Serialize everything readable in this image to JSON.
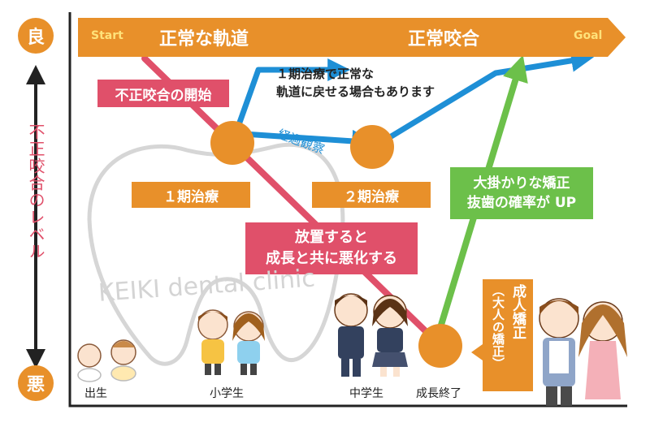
{
  "axis": {
    "top_label": "良",
    "bottom_label": "悪",
    "vertical_label": "不正咬合のレベル"
  },
  "banner": {
    "start": "Start",
    "goal": "Goal",
    "left_text": "正常な軌道",
    "right_text": "正常咬合"
  },
  "labels": {
    "onset": "不正咬合の開始",
    "phase1_note_line1": "１期治療で正常な",
    "phase1_note_line2": "軌道に戻せる場合もあります",
    "observation": "経過観察",
    "phase1": "１期治療",
    "phase2": "２期治療",
    "neglect_line1": "放置すると",
    "neglect_line2": "成長と共に悪化する",
    "major_line1": "大掛かりな矯正",
    "major_line2": "抜歯の確率が UP",
    "adult_main": "成人矯正",
    "adult_paren": "（大人の矯正）",
    "watermark": "KEIKI dental clinic"
  },
  "stages": {
    "birth": "出生",
    "elementary": "小学生",
    "junior_high": "中学生",
    "growth_end": "成長終了"
  },
  "colors": {
    "orange": "#e8902a",
    "pink": "#e0506a",
    "blue": "#1e8fd6",
    "green": "#6cc04a",
    "dark": "#222222"
  }
}
